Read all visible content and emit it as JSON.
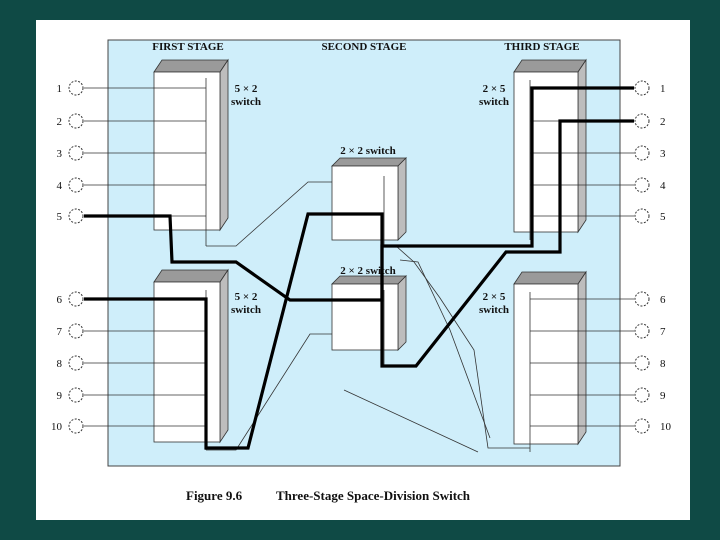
{
  "figure": {
    "caption_number": "Figure 9.6",
    "caption_title": "Three-Stage Space-Division Switch"
  },
  "stages": {
    "first": "FIRST STAGE",
    "second": "SECOND STAGE",
    "third": "THIRD STAGE"
  },
  "switches": {
    "first_top": [
      "5 × 2",
      "switch"
    ],
    "first_bottom": [
      "5 × 2",
      "switch"
    ],
    "second_top": "2 × 2 switch",
    "second_bottom": "2 × 2 switch",
    "third_top": [
      "2 × 5",
      "switch"
    ],
    "third_bottom": [
      "2 × 5",
      "switch"
    ]
  },
  "inputs": [
    "1",
    "2",
    "3",
    "4",
    "5",
    "6",
    "7",
    "8",
    "9",
    "10"
  ],
  "outputs": [
    "1",
    "2",
    "3",
    "4",
    "5",
    "6",
    "7",
    "8",
    "9",
    "10"
  ],
  "colors": {
    "slide_bg": "#0f4a45",
    "panel_bg": "#cfeefa",
    "switch_front": "#ffffff",
    "switch_top": "#9a9a9a",
    "switch_side": "#bdbdbd",
    "path": "#000000"
  }
}
